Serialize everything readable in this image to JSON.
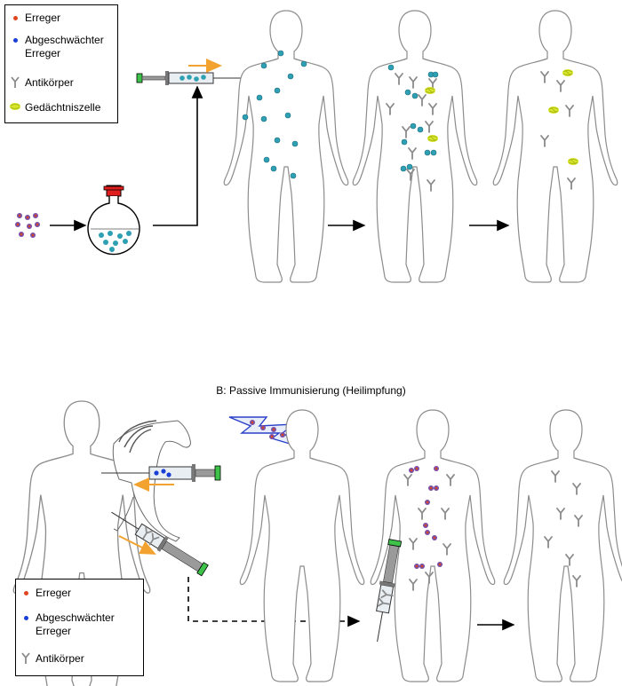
{
  "section_b_title": "B:  Passive Immunisierung (Heilimpfung)",
  "legend_top": {
    "items": [
      {
        "label": "Erreger",
        "symbol": "red-dot"
      },
      {
        "label": "Abgeschwächter Erreger",
        "symbol": "blue-dot"
      },
      {
        "label": "Antikörper",
        "symbol": "antibody"
      },
      {
        "label": "Gedächtniszelle",
        "symbol": "memory-cell"
      }
    ]
  },
  "legend_bottom": {
    "items": [
      {
        "label": "Erreger",
        "symbol": "red-dot"
      },
      {
        "label": "Abgeschwächter Erreger",
        "symbol": "blue-dot"
      },
      {
        "label": "Antikörper",
        "symbol": "antibody"
      }
    ]
  },
  "colors": {
    "pathogen": "#e0451f",
    "attenuated_pathogen": "#1a3fd6",
    "body_outline": "#8c8c8c",
    "teal_particle": "#2ea0b4",
    "memory_cell": "#d6e62a",
    "arrow_orange": "#f2a22e",
    "flask_cap": "#e01e1e",
    "needle_green": "#3ec24a"
  },
  "icons": [
    "syringe-icon",
    "flask-icon",
    "horse-icon",
    "lightning-icon",
    "antibody-icon",
    "memory-cell-icon"
  ]
}
